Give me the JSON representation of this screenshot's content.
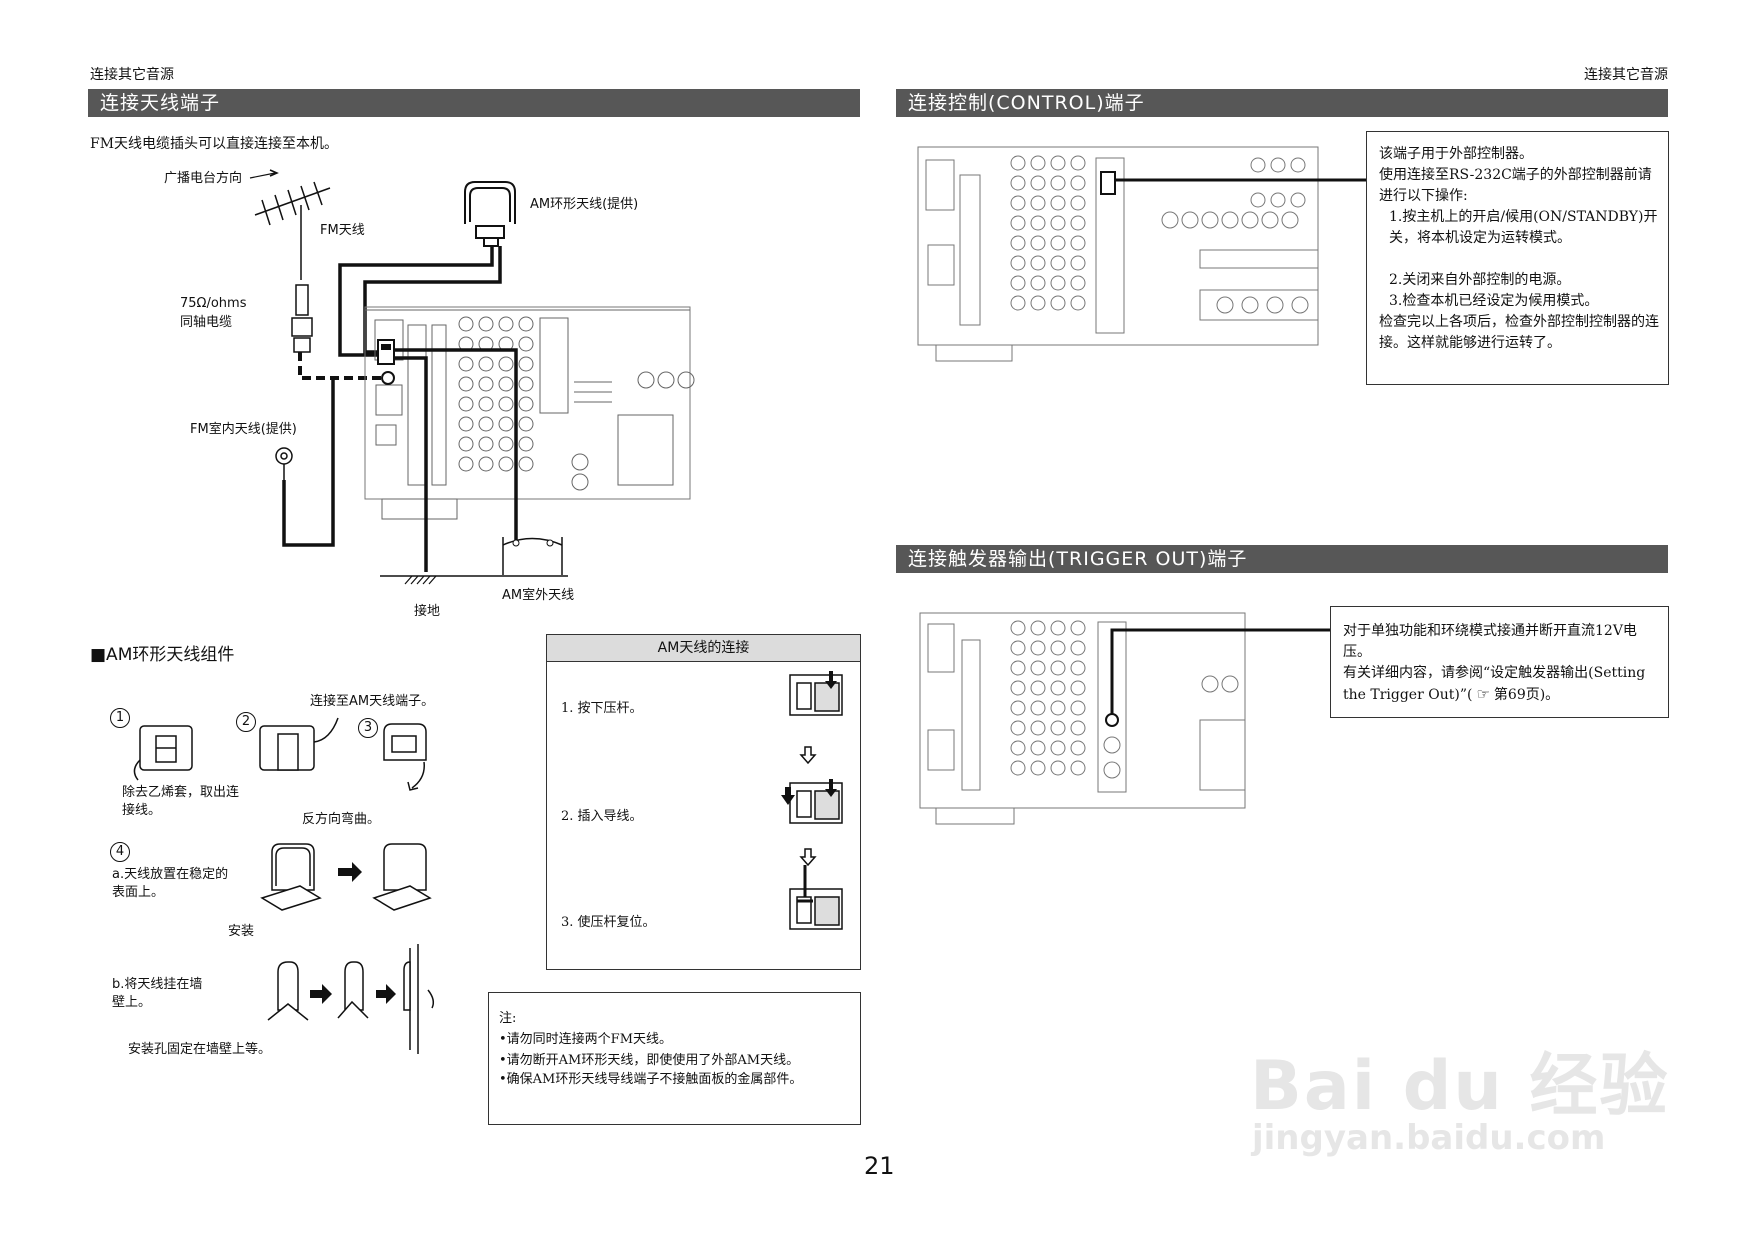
{
  "header": {
    "left": "连接其它音源",
    "right": "连接其它音源"
  },
  "left": {
    "section_title": "连接天线端子",
    "intro": "FM天线电缆插头可以直接连接至本机。",
    "labels": {
      "broadcast_dir": "广播电台方向",
      "fm_antenna": "FM天线",
      "am_loop": "AM环形天线(提供)",
      "coax_ohms": "75Ω/ohms",
      "coax_cable": "同轴电缆",
      "fm_indoor": "FM室内天线(提供)",
      "ground": "接地",
      "am_outdoor": "AM室外天线"
    },
    "am_assembly": {
      "title": "■AM环形天线组件",
      "connect_to_terminal": "连接至AM天线端子。",
      "step1_label": "1",
      "step2_label": "2",
      "step3_label": "3",
      "step4_label": "4",
      "remove_vinyl": "除去乙烯套，取出连接线。",
      "bend_reverse": "反方向弯曲。",
      "a_text": "a.天线放置在稳定的表面上。",
      "install": "安装",
      "b_text": "b.将天线挂在墙壁上。",
      "wall_fix": "安装孔固定在墙壁上等。"
    },
    "am_connection": {
      "title": "AM天线的连接",
      "steps": [
        "1. 按下压杆。",
        "2. 插入导线。",
        "3. 使压杆复位。"
      ]
    },
    "notes": {
      "title": "注:",
      "items": [
        "•请勿同时连接两个FM天线。",
        "•请勿断开AM环形天线，即使使用了外部AM天线。",
        "•确保AM环形天线导线端子不接触面板的金属部件。"
      ]
    }
  },
  "right": {
    "control_title": "连接控制(CONTROL)端子",
    "control_box": {
      "line1": "该端子用于外部控制器。",
      "line2": "使用连接至RS-232C端子的外部控制器前请进行以下操作:",
      "step1": "1.按主机上的开启/候用(ON/STANDBY)开关，将本机设定为运转模式。",
      "step2": "2.关闭来自外部控制的电源。",
      "step3": "3.检查本机已经设定为候用模式。",
      "tail": "检查完以上各项后，检查外部控制控制器的连接。这样就能够进行运转了。"
    },
    "trigger_title": "连接触发器输出(TRIGGER OUT)端子",
    "trigger_box": {
      "line1": "对于单独功能和环绕模式接通并断开直流12V电压。",
      "line2": "有关详细内容，请参阅“设定触发器输出(Setting the Trigger Out)”(",
      "line2_ref": "第69页)。"
    }
  },
  "page_number": "21",
  "watermark": {
    "brand": "Bai du 经验",
    "url": "jingyan.baidu.com"
  }
}
